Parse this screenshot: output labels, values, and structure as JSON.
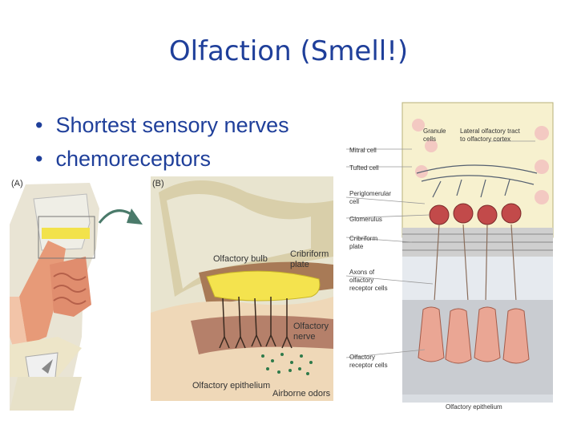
{
  "slide": {
    "title": "Olfaction (Smell!)",
    "bullets": [
      "Shortest sensory nerves",
      "chemoreceptors"
    ]
  },
  "figure_a": {
    "panel_label": "(A)"
  },
  "figure_b": {
    "panel_label": "(B)",
    "labels": {
      "olfactory_bulb": "Olfactory bulb",
      "cribriform_1": "Cribriform",
      "cribriform_2": "plate",
      "olfactory_1": "Olfactory",
      "olfactory_2": "nerve",
      "olfactory_epithelium": "Olfactory epithelium",
      "airborne_odors": "Airborne odors"
    }
  },
  "figure_c": {
    "labels": {
      "granule_1": "Granule",
      "granule_2": "cells",
      "lateral_1": "Lateral olfactory tract",
      "lateral_2": "to olfactory cortex",
      "mitral": "Mitral cell",
      "tufted": "Tufted cell",
      "periglomerular_1": "Periglomerular",
      "periglomerular_2": "cell",
      "glomerulus": "Glomerulus",
      "cribriform_1": "Cribriform",
      "cribriform_2": "plate",
      "axons_1": "Axons of",
      "axons_2": "olfactory",
      "axons_3": "receptor cells",
      "receptor_1": "Olfactory",
      "receptor_2": "receptor cells",
      "epithelium": "Olfactory epithelium"
    }
  }
}
